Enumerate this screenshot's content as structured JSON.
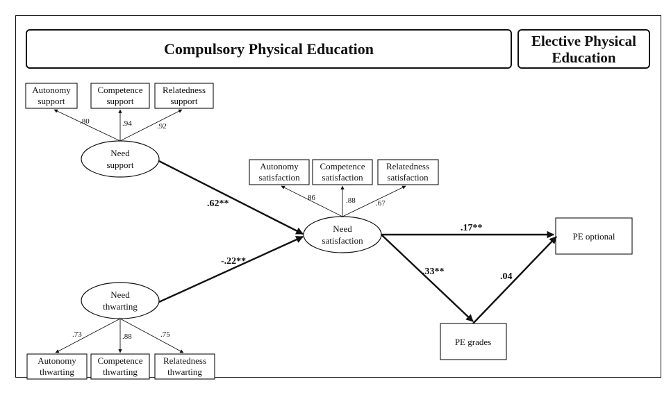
{
  "headers": {
    "compulsory": "Compulsory Physical Education",
    "elective_line1": "Elective Physical",
    "elective_line2": "Education"
  },
  "latents": {
    "need_support": [
      "Need",
      "support"
    ],
    "need_thwarting": [
      "Need",
      "thwarting"
    ],
    "need_satisfaction": [
      "Need",
      "satisfaction"
    ]
  },
  "indicators": {
    "autonomy_support": [
      "Autonomy",
      "support"
    ],
    "competence_support": [
      "Competence",
      "support"
    ],
    "relatedness_support": [
      "Relatedness",
      "support"
    ],
    "autonomy_satisfaction": [
      "Autonomy",
      "satisfaction"
    ],
    "competence_satisfaction": [
      "Competence",
      "satisfaction"
    ],
    "relatedness_satisfaction": [
      "Relatedness",
      "satisfaction"
    ],
    "autonomy_thwarting": [
      "Autonomy",
      "thwarting"
    ],
    "competence_thwarting": [
      "Competence",
      "thwarting"
    ],
    "relatedness_thwarting": [
      "Relatedness",
      "thwarting"
    ]
  },
  "outcomes": {
    "pe_optional": "PE optional",
    "pe_grades": "PE grades"
  },
  "loadings": {
    "autonomy_support": ".80",
    "competence_support": ".94",
    "relatedness_support": ".92",
    "autonomy_satisfaction": "86",
    "competence_satisfaction": ".88",
    "relatedness_satisfaction": ".67",
    "autonomy_thwarting": ".73",
    "competence_thwarting": ".88",
    "relatedness_thwarting": ".75"
  },
  "paths": {
    "support_to_satisfaction": ".62**",
    "thwarting_to_satisfaction": "-.22**",
    "satisfaction_to_optional": ".17**",
    "satisfaction_to_grades": ".33**",
    "grades_to_optional": ".04"
  }
}
